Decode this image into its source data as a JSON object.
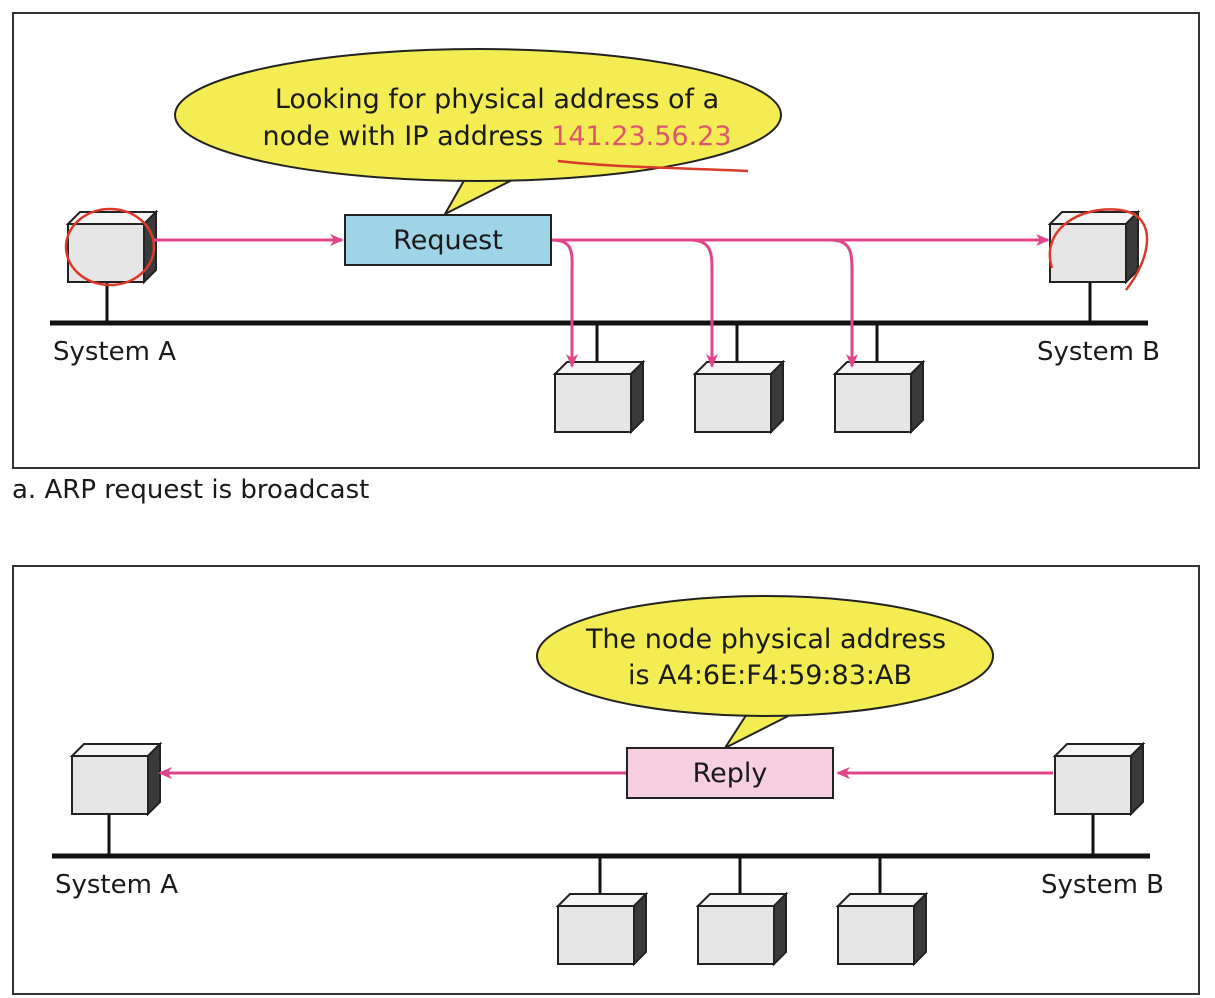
{
  "panel_a": {
    "bubble_line1": "Looking for physical address of a",
    "bubble_line2_prefix": "node with IP address",
    "bubble_ip": "141.23.56.23",
    "packet_label": "Request",
    "system_a_label": "System A",
    "system_b_label": "System B",
    "caption": "a. ARP request is broadcast"
  },
  "panel_b": {
    "bubble_line1": "The node physical address",
    "bubble_line2": "is A4:6E:F4:59:83:AB",
    "packet_label": "Reply",
    "system_a_label": "System A",
    "system_b_label": "System B"
  },
  "colors": {
    "arrow": "#e0458a",
    "bubble": "#f3ec52",
    "request_box": "#9fd3e6",
    "reply_box": "#f6cfe0",
    "annotation": "#d93a2a",
    "node_front": "#e6e6e6",
    "node_top": "#f5f5f5",
    "node_side": "#3a3a3a"
  }
}
